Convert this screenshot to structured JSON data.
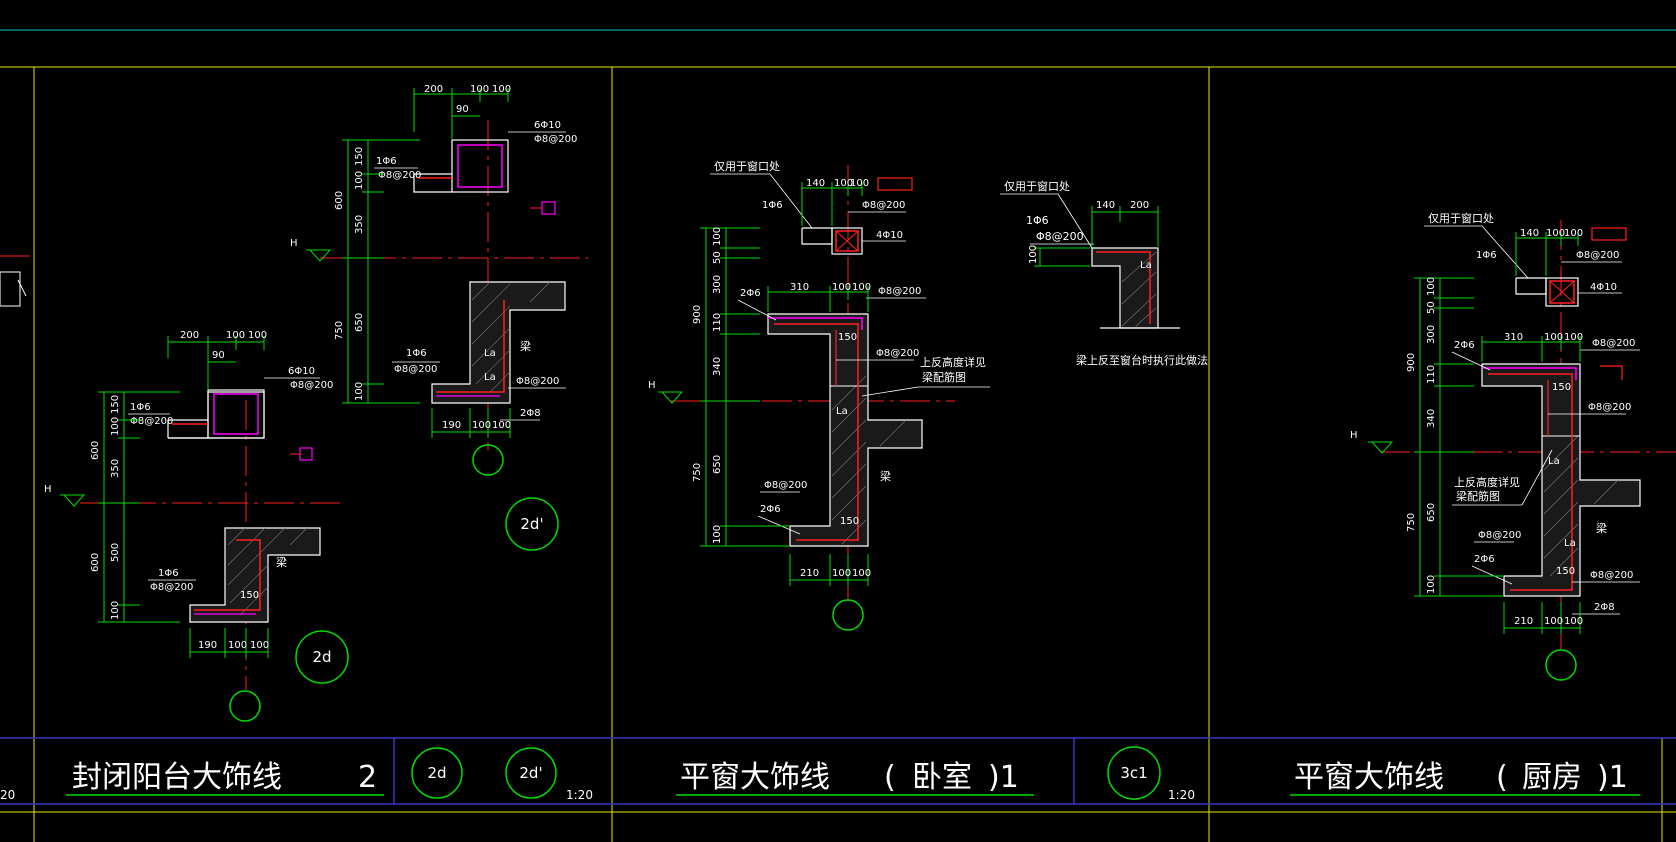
{
  "colors": {
    "background": "#000000",
    "frame": "#e6e600",
    "title_band": "#3838c8",
    "top_line": "#00c8c8",
    "dim": "#00dd00",
    "axis": "#ff2020",
    "rebar": "#ff00ff",
    "outline": "#ffffff",
    "text": "#ffffff"
  },
  "title_block": {
    "cell1": {
      "title": "封闭阳台大饰线",
      "number": "2",
      "bubbles": [
        "2d",
        "2d'"
      ],
      "scale": "1:20"
    },
    "cell2": {
      "title": "平窗大饰线",
      "paren_open": "(",
      "room": "卧室",
      "paren_close": ")1",
      "bubble": "3c1",
      "scale": "1:20"
    },
    "cell3": {
      "title": "平窗大饰线",
      "paren_open": "(",
      "room": "厨房",
      "paren_close": ")1"
    },
    "left_scale_fragment": "20"
  },
  "detail_2d": {
    "top_dims": [
      "200",
      "100",
      "100"
    ],
    "sub_dim": "90",
    "bottom_dims": [
      "190",
      "100",
      "100"
    ],
    "left_dims": [
      "150",
      "100",
      "350",
      "600",
      "500",
      "100"
    ],
    "left_total": "600",
    "labels": [
      "6Φ10",
      "Φ8@200",
      "1Φ6",
      "Φ8@200",
      "1Φ6",
      "Φ8@200",
      "150",
      "梁"
    ],
    "level_mark": "H",
    "bubble": "2d"
  },
  "detail_2d_prime": {
    "top_dims": [
      "200",
      "100",
      "100"
    ],
    "sub_dim": "90",
    "bottom_dims": [
      "190",
      "100",
      "100"
    ],
    "left_dims": [
      "150",
      "100",
      "350",
      "650",
      "100"
    ],
    "left_totals": [
      "600",
      "750"
    ],
    "labels": [
      "6Φ10",
      "Φ8@200",
      "1Φ6",
      "Φ8@200",
      "1Φ6",
      "Φ8@200",
      "Φ8@200",
      "2Φ8",
      "La",
      "La",
      "梁"
    ],
    "level_mark": "H",
    "bubble": "2d'"
  },
  "detail_bedroom": {
    "note_top": "仅用于窗口处",
    "top_dims": [
      "140",
      "100",
      "100"
    ],
    "mid_dims": [
      "310",
      "100",
      "100"
    ],
    "bottom_dims": [
      "210",
      "100",
      "100"
    ],
    "left_dims": [
      "100",
      "50",
      "300",
      "110",
      "340",
      "650",
      "100"
    ],
    "left_totals": [
      "900",
      "750"
    ],
    "labels": [
      "1Φ6",
      "Φ8@200",
      "4Φ10",
      "2Φ6",
      "Φ8@200",
      "Φ8@200",
      "150",
      "La",
      "150",
      "Φ8@200",
      "2Φ6",
      "梁"
    ],
    "note_side_1": "上反高度详见",
    "note_side_2": "梁配筋图",
    "level_mark": "H"
  },
  "detail_sill": {
    "note_top": "仅用于窗口处",
    "dims": [
      "140",
      "200"
    ],
    "left_dim": "100",
    "labels": [
      "1Φ6",
      "Φ8@200",
      "La"
    ],
    "note_bottom": "梁上反至窗台时执行此做法"
  },
  "detail_kitchen": {
    "note_top": "仅用于窗口处",
    "top_dims": [
      "140",
      "100",
      "100"
    ],
    "mid_dims": [
      "310",
      "100",
      "100"
    ],
    "bottom_dims": [
      "210",
      "100",
      "100"
    ],
    "left_dims": [
      "100",
      "50",
      "300",
      "110",
      "340",
      "650",
      "100"
    ],
    "left_totals": [
      "900",
      "750"
    ],
    "labels": [
      "1Φ6",
      "Φ8@200",
      "4Φ10",
      "2Φ6",
      "Φ8@200",
      "Φ8@200",
      "150",
      "La",
      "La",
      "Φ8@200",
      "2Φ6",
      "150",
      "Φ8@200",
      "2Φ8",
      "梁"
    ],
    "note_side_1": "上反高度详见",
    "note_side_2": "梁配筋图",
    "level_mark": "H"
  }
}
